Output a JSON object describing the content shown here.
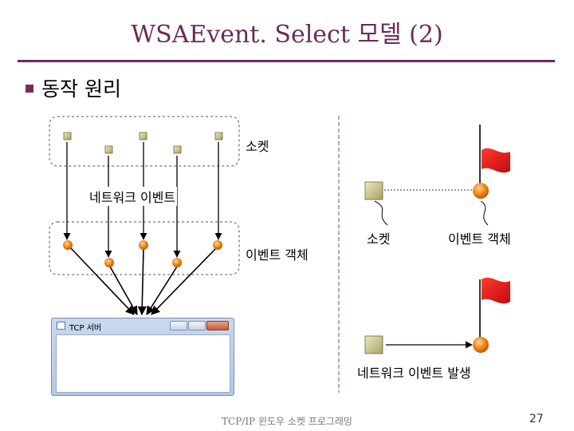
{
  "slide": {
    "title": "WSAEvent. Select 모델 (2)",
    "bullet": "동작 원리",
    "footer": "TCP/IP 윈도우 소켓 프로그래밍",
    "page_number": "27"
  },
  "diagram": {
    "left": {
      "socket_label": "소켓",
      "network_event_label": "네트워크 이벤트",
      "event_object_label": "이벤트 객체",
      "window_title": "TCP 서버"
    },
    "right": {
      "socket_label": "소켓",
      "event_object_label": "이벤트 객체",
      "network_event_occurred_label": "네트워크 이벤트 발생"
    }
  },
  "colors": {
    "title": "#6b2a5a",
    "rule": "#6b2a5a",
    "socket_square": "#cfc88a",
    "event_ball": "#f08a1c",
    "flag": "#e8131b"
  }
}
